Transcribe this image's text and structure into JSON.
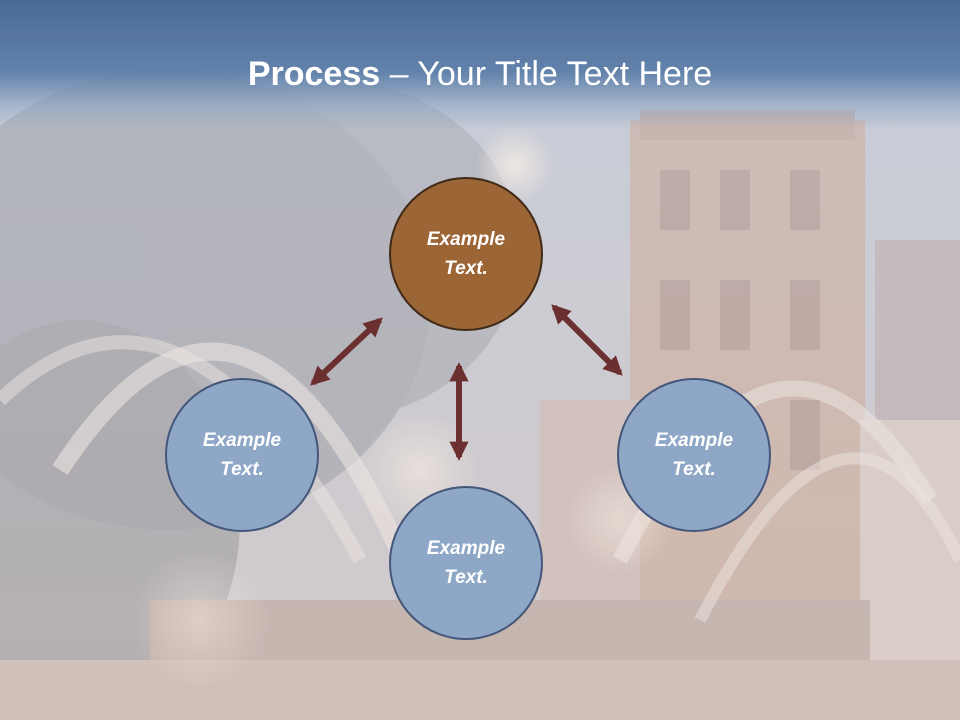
{
  "slide": {
    "title_bold": "Process",
    "title_rest": " – Your Title Text Here"
  },
  "diagram": {
    "nodes": [
      {
        "id": "top",
        "line1": "Example",
        "line2": "Text."
      },
      {
        "id": "left",
        "line1": "Example",
        "line2": "Text."
      },
      {
        "id": "right",
        "line1": "Example",
        "line2": "Text."
      },
      {
        "id": "bottom",
        "line1": "Example",
        "line2": "Text."
      }
    ]
  },
  "colors": {
    "header": "#4a6a98",
    "top_node_fill": "#9b6535",
    "blue_node_fill": "#8ea7c7",
    "arrow": "#6b2f2f"
  }
}
